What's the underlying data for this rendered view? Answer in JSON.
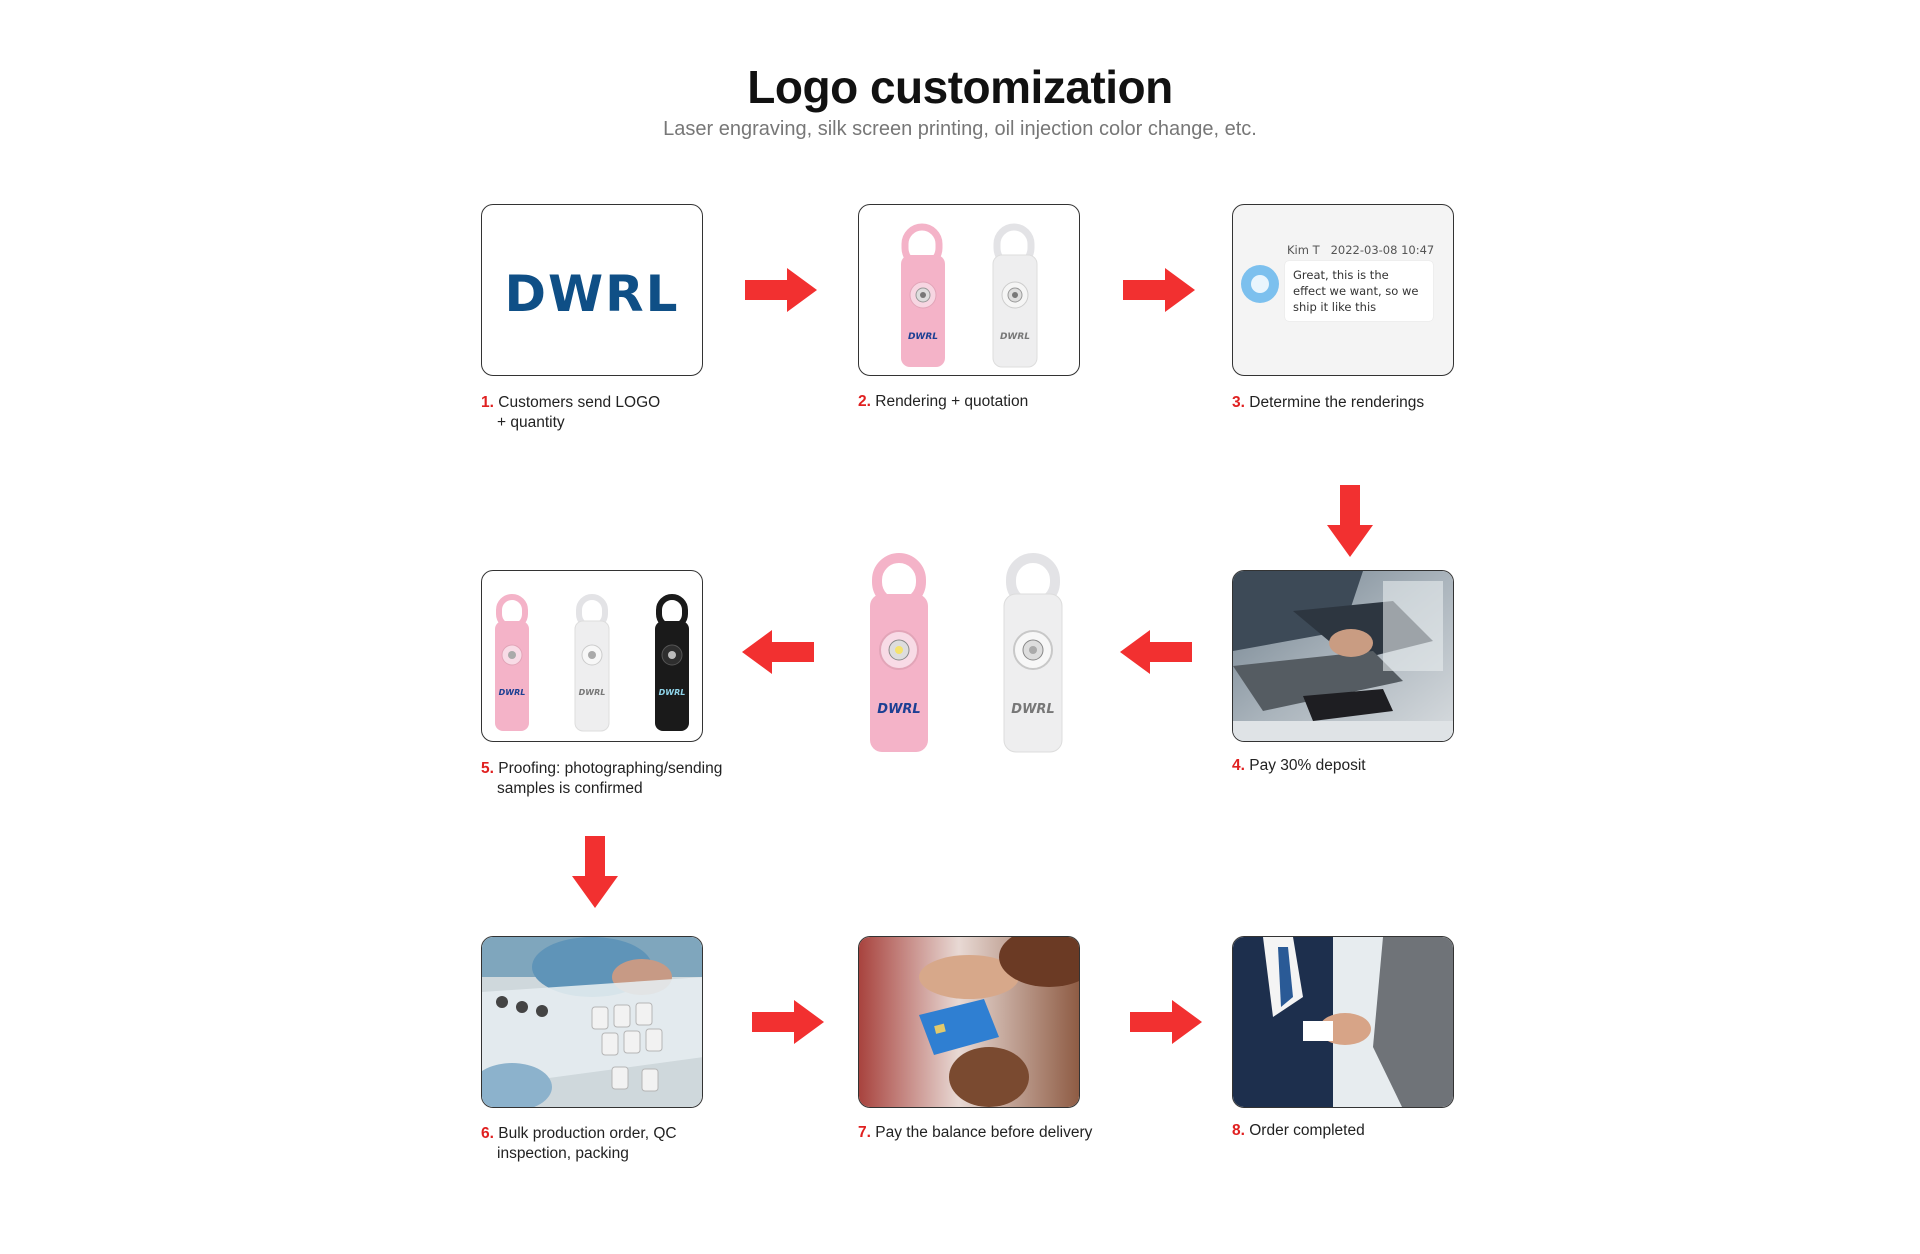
{
  "header": {
    "title": "Logo customization",
    "subtitle": "Laser engraving, silk screen printing, oil injection color change, etc."
  },
  "colors": {
    "arrow": "#f23030",
    "step_number": "#e02020",
    "logo_blue": "#0f4f86",
    "device_pink": "#f4b3c8",
    "device_white": "#eeeeef",
    "device_black": "#1a1a1a"
  },
  "logo": {
    "text": "DWRL"
  },
  "chat": {
    "user": "Kim T",
    "timestamp": "2022-03-08 10:47",
    "message": "Great, this is the effect we want, so we ship it like this"
  },
  "steps": [
    {
      "num": "1.",
      "line1": "Customers send LOGO",
      "line2": "+ quantity"
    },
    {
      "num": "2.",
      "line1": "Rendering + quotation",
      "line2": ""
    },
    {
      "num": "3.",
      "line1": "Determine the renderings",
      "line2": ""
    },
    {
      "num": "4.",
      "line1": "Pay 30% deposit",
      "line2": ""
    },
    {
      "num": "5.",
      "line1": "Proofing: photographing/sending",
      "line2": "samples is confirmed"
    },
    {
      "num": "6.",
      "line1": "Bulk production order, QC",
      "line2": "inspection, packing"
    },
    {
      "num": "7.",
      "line1": "Pay the balance before delivery",
      "line2": ""
    },
    {
      "num": "8.",
      "line1": "Order completed",
      "line2": ""
    }
  ]
}
